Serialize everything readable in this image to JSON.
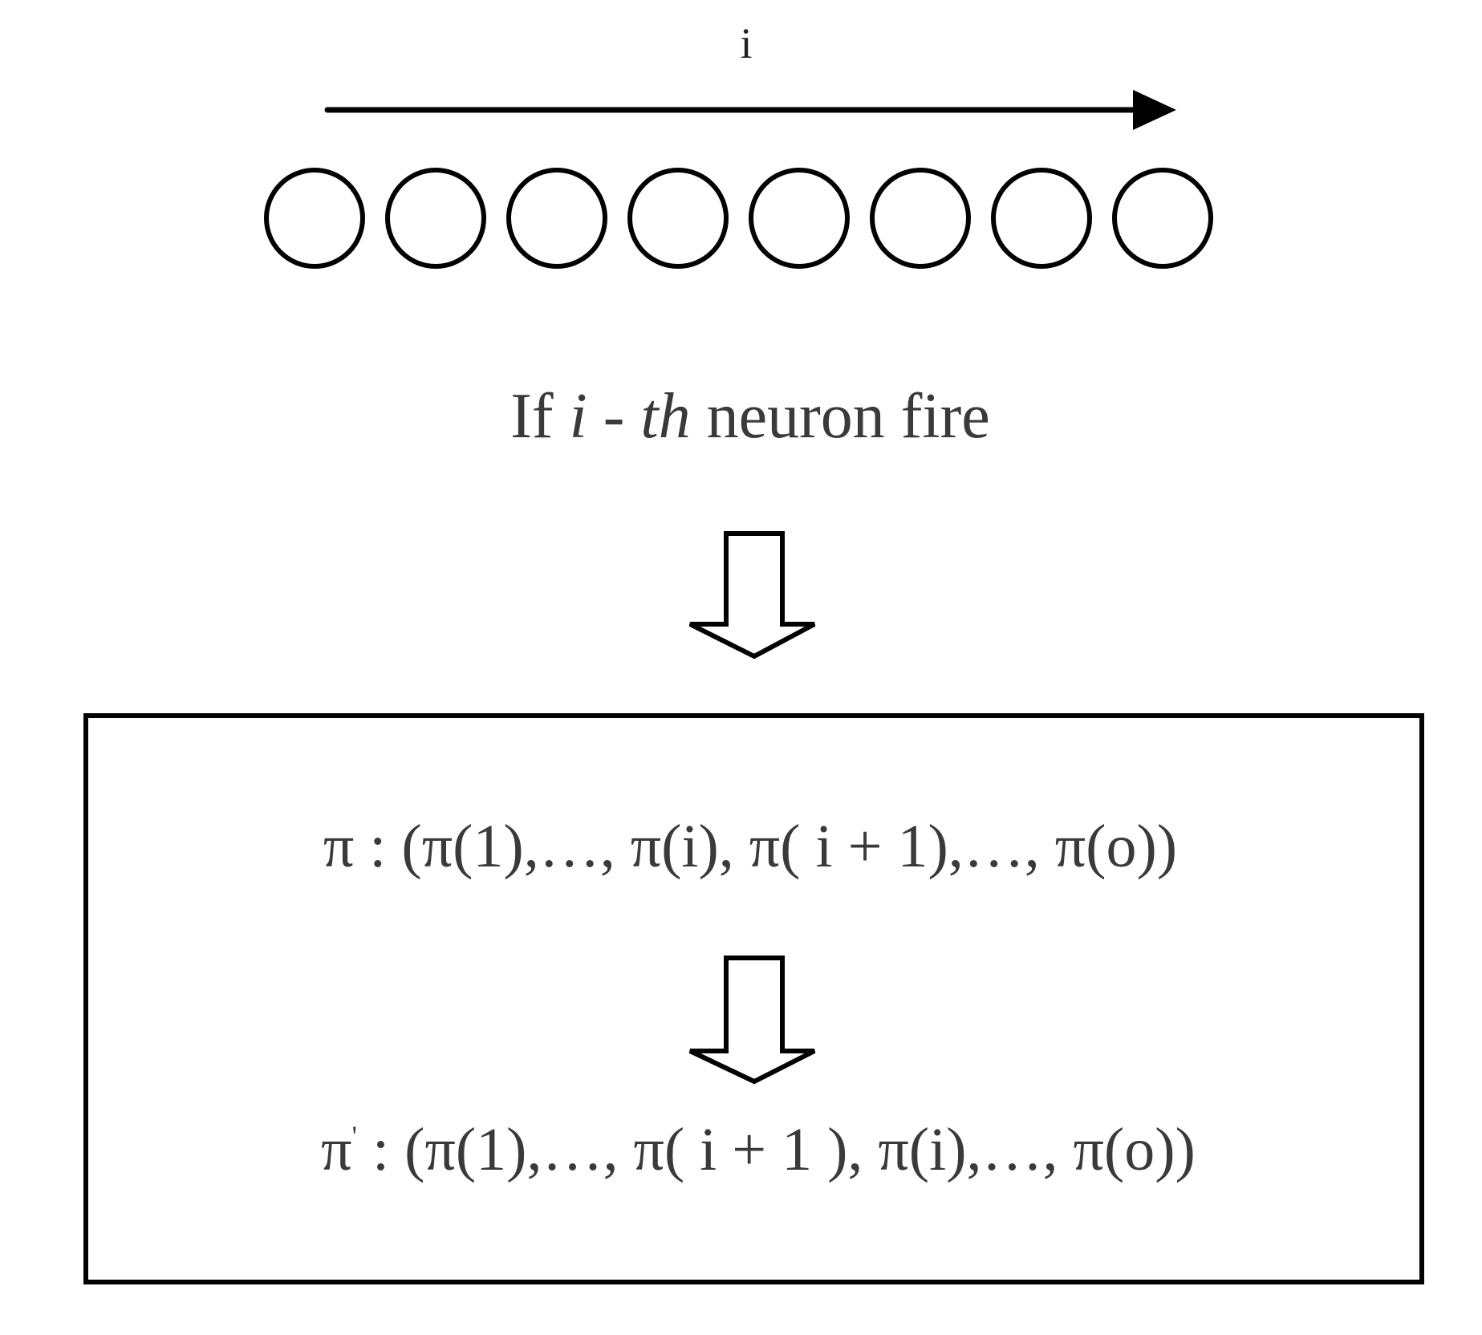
{
  "diagram": {
    "index_label": "i",
    "neurons": {
      "count": 8
    },
    "condition": {
      "prefix": "If ",
      "var": "i",
      "dash": " - ",
      "suffix_italic": "th",
      "tail": " neuron fire"
    },
    "box": {
      "formula_before": "π : (π(1),…, π(i), π( i + 1),…, π(o))",
      "formula_after_symbol": "π",
      "formula_after_prime": "'",
      "formula_after_rest": " : (π(1),…, π( i + 1 ), π(i),…, π(o))"
    }
  },
  "colors": {
    "stroke": "#000000",
    "text": "#3a3a3a"
  }
}
